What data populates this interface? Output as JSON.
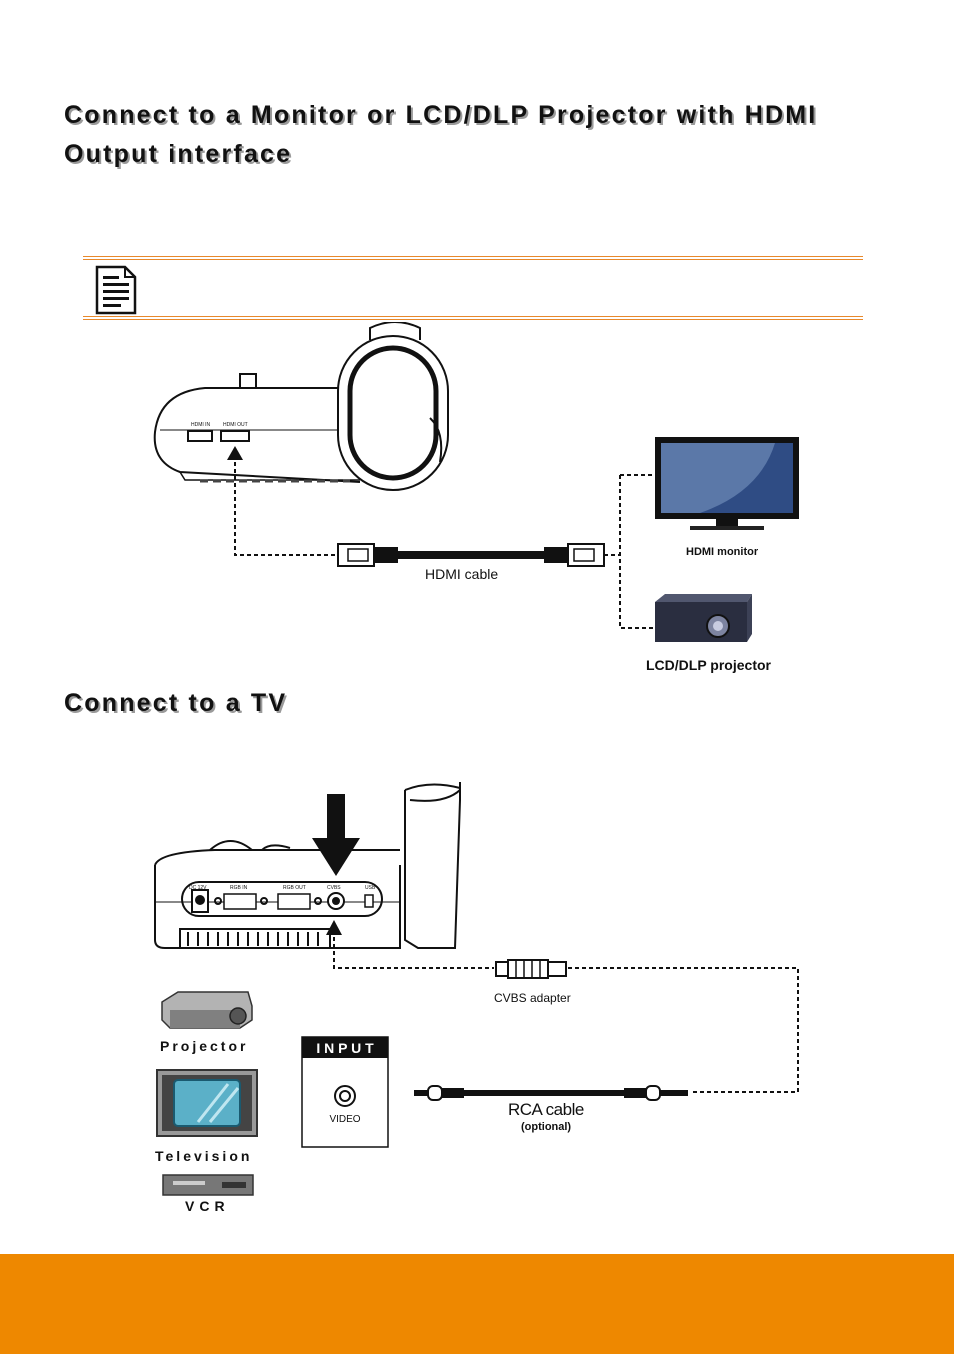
{
  "headings": {
    "hdmi": "Connect to a Monitor or LCD/DLP Projector with HDMI Output interface",
    "tv": "Connect to a TV"
  },
  "hdmi_diagram": {
    "port_hdmi_in": "HDMI IN",
    "port_hdmi_out": "HDMI OUT",
    "cable": "HDMI cable",
    "monitor": "HDMI monitor",
    "projector": "LCD/DLP projector"
  },
  "tv_diagram": {
    "ports": [
      "DC 12V",
      "RGB IN",
      "RGB OUT",
      "CVBS",
      "USB"
    ],
    "adapter": "CVBS adapter",
    "projector": "Projector",
    "television": "Television",
    "vcr": "VCR",
    "input_header": "I N P U T",
    "input_port": "VIDEO",
    "cable": "RCA cable",
    "cable_note": "(optional)"
  },
  "colors": {
    "accent": "#ee8800",
    "note_line": "#e8892c"
  },
  "icons": [
    "document-note-icon"
  ]
}
